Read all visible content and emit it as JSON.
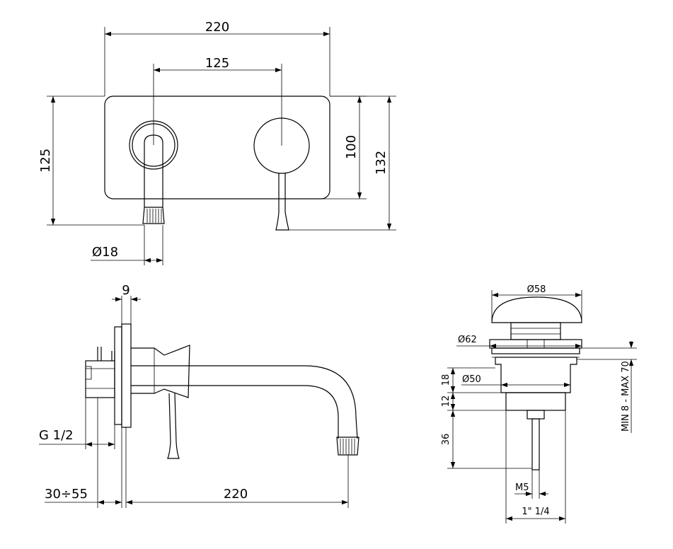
{
  "front_view": {
    "width_total": "220",
    "center_distance": "125",
    "plate_height": "125",
    "lever_height": "100",
    "height_total": "132",
    "spout_diameter": "Ø18"
  },
  "side_view": {
    "plate_thickness": "9",
    "thread": "G 1/2",
    "wall_depth": "30÷55",
    "spout_reach": "220"
  },
  "waste_view": {
    "cap_diameter": "Ø58",
    "flange_diameter": "Ø62",
    "body_diameter": "Ø50",
    "body_height": "18",
    "nut_height": "12",
    "tail_length": "36",
    "screw": "M5",
    "pipe_thread": "1\" 1/4",
    "basin_thickness": "MIN 8 - MAX 70"
  }
}
